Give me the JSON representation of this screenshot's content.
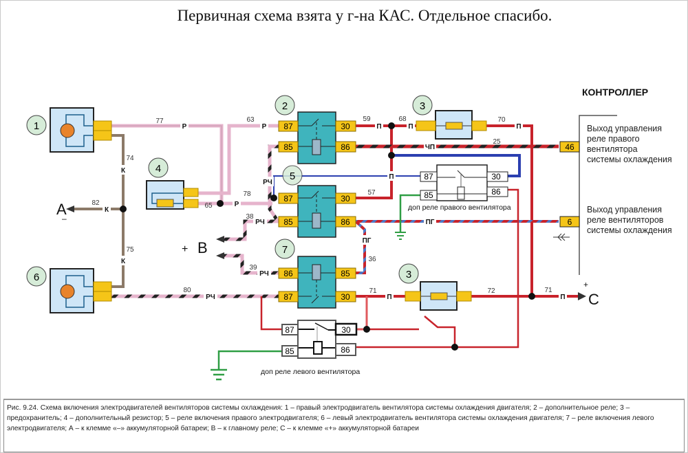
{
  "title": "Первичная схема взята у  г-на КАС. Отдельное спасибо.",
  "colors": {
    "component_fill": "#cfe6f7",
    "relay_fill": "#3fb4bd",
    "pin_fill": "#f5c518",
    "badge_fill": "#d6ecd8",
    "motor": "#e8832a",
    "wire_pink": "#e6b4cc",
    "wire_brown": "#8c7a68",
    "wire_red": "#c8232b",
    "wire_blue": "#2b3fb0",
    "wire_green": "#2f9e44"
  },
  "components": [
    {
      "id": "1",
      "label": "1",
      "type": "motor"
    },
    {
      "id": "2",
      "label": "2",
      "type": "relay"
    },
    {
      "id": "3a",
      "label": "3",
      "type": "fuse"
    },
    {
      "id": "4",
      "label": "4",
      "type": "resistor"
    },
    {
      "id": "5",
      "label": "5",
      "type": "relay"
    },
    {
      "id": "6",
      "label": "6",
      "type": "motor"
    },
    {
      "id": "7",
      "label": "7",
      "type": "relay"
    },
    {
      "id": "3b",
      "label": "3",
      "type": "fuse"
    }
  ],
  "relay_pins": {
    "r2": [
      "87",
      "85",
      "30",
      "86"
    ],
    "r5": [
      "87",
      "85",
      "30",
      "86"
    ],
    "r7": [
      "86",
      "87",
      "85",
      "30"
    ],
    "extra_right": [
      "87",
      "85",
      "30",
      "86"
    ],
    "extra_left": [
      "87",
      "85",
      "30",
      "86"
    ]
  },
  "wire_numbers": {
    "w77": "77",
    "w63": "63",
    "w74": "74",
    "w65": "65",
    "w78": "78",
    "w82": "82",
    "w75": "75",
    "w38": "38",
    "w39": "39",
    "w80": "80",
    "w59": "59",
    "w68": "68",
    "w70": "70",
    "w25": "25",
    "w57": "57",
    "w36": "36",
    "w71a": "71",
    "w72": "72",
    "w71b": "71"
  },
  "wire_colors": {
    "P": "Р",
    "K": "К",
    "RCH": "РЧ",
    "PI": "П",
    "CHP": "ЧП",
    "PG": "ПГ"
  },
  "terminals": {
    "A": "A",
    "A_sign": "–",
    "B": "B",
    "B_sign": "+",
    "C": "C",
    "C_sign": "+"
  },
  "extra_relays": {
    "right_label": "доп реле правого вентилятора",
    "left_label": "доп   реле левого вентилятора"
  },
  "controller": {
    "title": "КОНТРОЛЛЕР",
    "pin_46": "46",
    "pin_6": "6",
    "desc_1": [
      "Выход управления",
      "реле правого",
      "вентилятора",
      "системы охлаждения"
    ],
    "desc_2": [
      "Выход управления",
      "реле вентиляторов",
      "системы охлаждения"
    ]
  },
  "caption": "Рис. 9.24. Схема включения электродвигателей вентиляторов системы охлаждения: 1 – правый электродвигатель вентилятора системы охлаждения двигателя; 2 – дополнительное реле; 3 – предохранитель; 4 – дополнительный резистор; 5 – реле включения правого электродвигателя; 6 – левый электродвигатель вентилятора системы охлаждения двигателя; 7 – реле включения левого электродвигателя; А – к клемме «–» аккумуляторной батареи; В – к главному реле; С – к клемме «+» аккумуляторной батареи"
}
